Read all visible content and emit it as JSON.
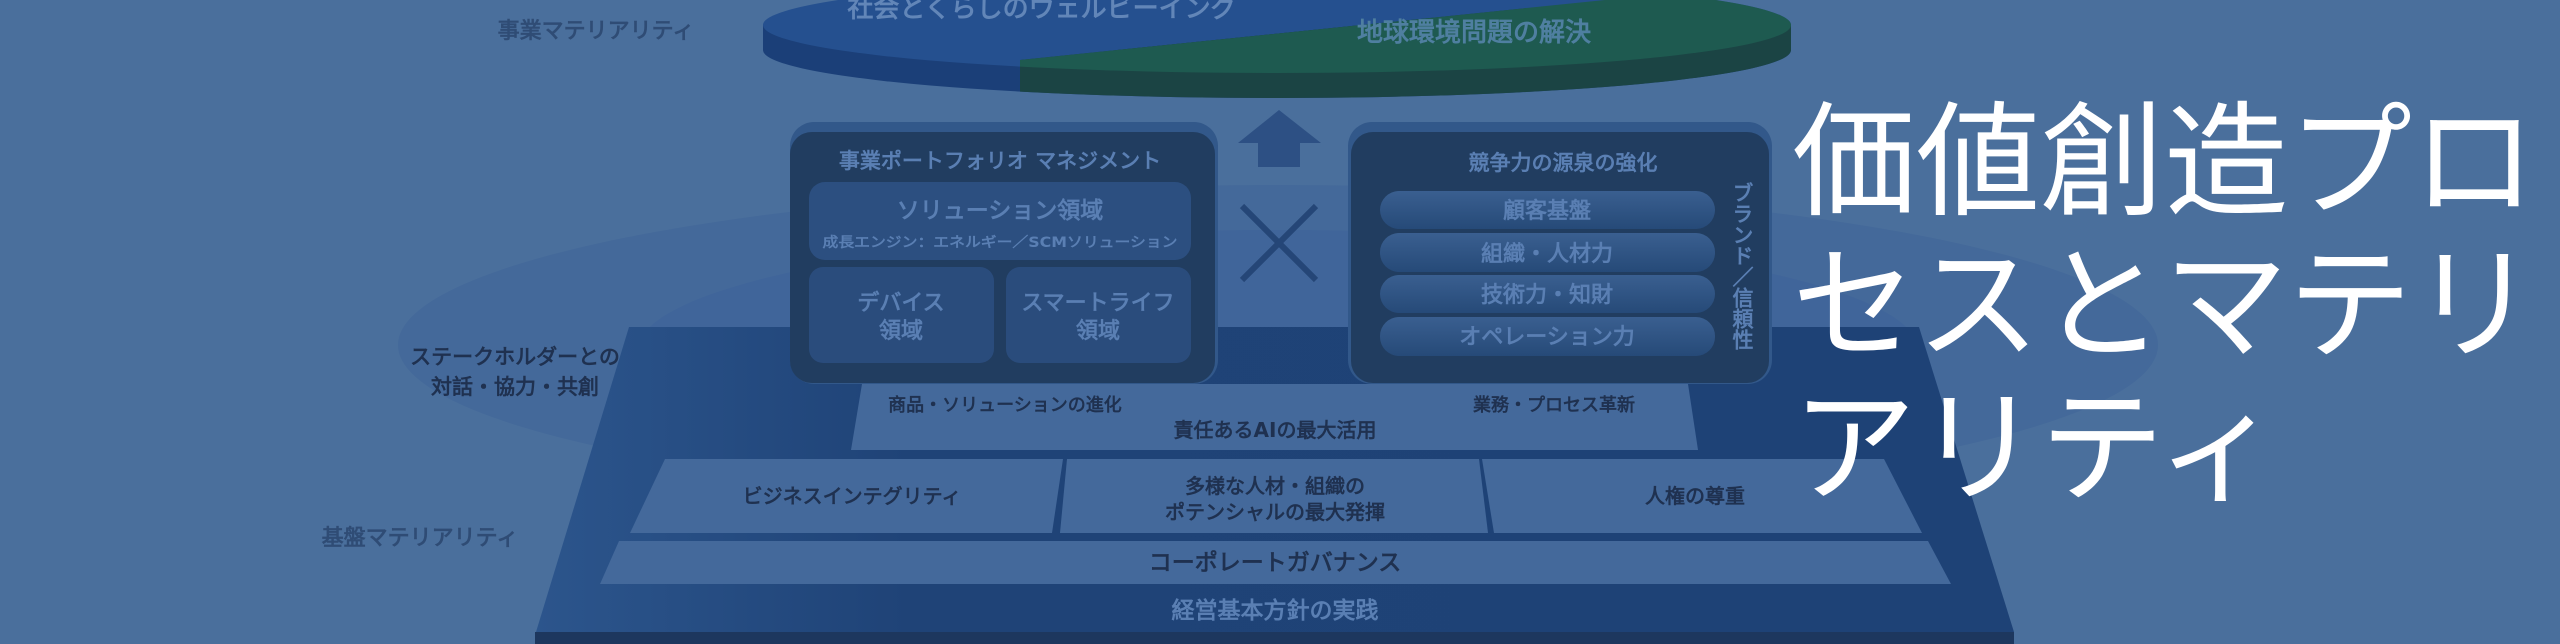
{
  "labels": {
    "business_materiality": "事業マテリアリティ",
    "foundation_materiality": "基盤マテリアリティ",
    "stakeholder_line1": "ステークホルダーとの",
    "stakeholder_line2": "対話・協力・共創"
  },
  "disc": {
    "left_label": "社会とくらしのウェルビーイング",
    "right_label": "地球環境問題の解決",
    "left_color": "#1f4b8a",
    "right_color": "#1e5a50"
  },
  "portfolio": {
    "title": "事業ポートフォリオ マネジメント",
    "solution_title": "ソリューション領域",
    "solution_sub": "成長エンジン：エネルギー／SCMソリューション",
    "device_line1": "デバイス",
    "device_line2": "領域",
    "smartlife_line1": "スマートライフ",
    "smartlife_line2": "領域"
  },
  "competitiveness": {
    "title": "競争力の源泉の強化",
    "items": [
      "顧客基盤",
      "組織・人材力",
      "技術力・知財",
      "オペレーション力"
    ],
    "side_label": "ブランド／信頼性"
  },
  "pyramid": {
    "ai_left": "商品・ソリューションの進化",
    "ai_right": "業務・プロセス革新",
    "ai_center": "責任あるAIの最大活用",
    "row2": [
      "ビジネスインテグリティ",
      "多様な人材・組織の",
      "ポテンシャルの最大発揮",
      "人権の尊重"
    ],
    "governance": "コーポレートガバナンス",
    "base": "経営基本方針の実践"
  },
  "page_title": "価値創造プロセスとマテリアリティ",
  "colors": {
    "background": "#4a6f9c",
    "title_text": "#ffffff"
  }
}
